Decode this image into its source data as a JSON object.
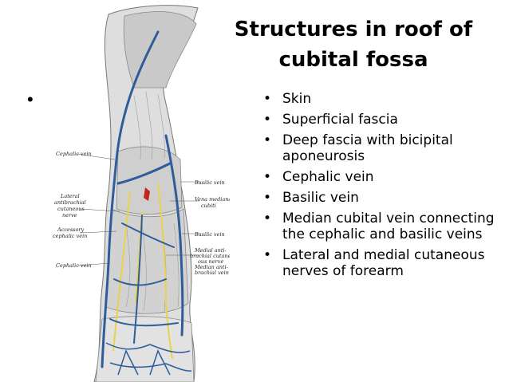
{
  "title": {
    "line1": "Structures in roof of",
    "line2": "cubital fossa"
  },
  "empty_bullet": "•",
  "bullets": [
    "Skin",
    "Superficial fascia",
    "Deep fascia with bicipital aponeurosis",
    "Cephalic vein",
    "Basilic vein",
    "Median cubital vein connecting the cephalic and basilic veins",
    "Lateral and medial cutaneous nerves of forearm"
  ],
  "figure": {
    "labels": {
      "cephalic_vein_top": "Cephalic vein",
      "lateral_nerve_1": "Lateral",
      "lateral_nerve_2": "antibrachial",
      "lateral_nerve_3": "cutaneous",
      "lateral_nerve_4": "nerve",
      "accessory_1": "Accessory",
      "accessory_2": "cephalic vein",
      "cephalic_vein_bottom": "Cephalic vein",
      "basilic_vein_top": "Basilic vein",
      "vena_mediana_1": "Vena mediana",
      "vena_mediana_2": "cubiti",
      "basilic_vein_mid": "Basilic vein",
      "medial_1": "Medial anti-",
      "medial_2": "brachial cutane-",
      "medial_3": "ous nerve",
      "median_ante_1": "Median anti-",
      "median_ante_2": "brachial vein"
    },
    "colors": {
      "skin": "#d9d9d9",
      "muscle_shade": "#a9a9a9",
      "vein": "#2e5d9a",
      "nerve": "#e7d44a",
      "artery": "#c0281e"
    }
  }
}
